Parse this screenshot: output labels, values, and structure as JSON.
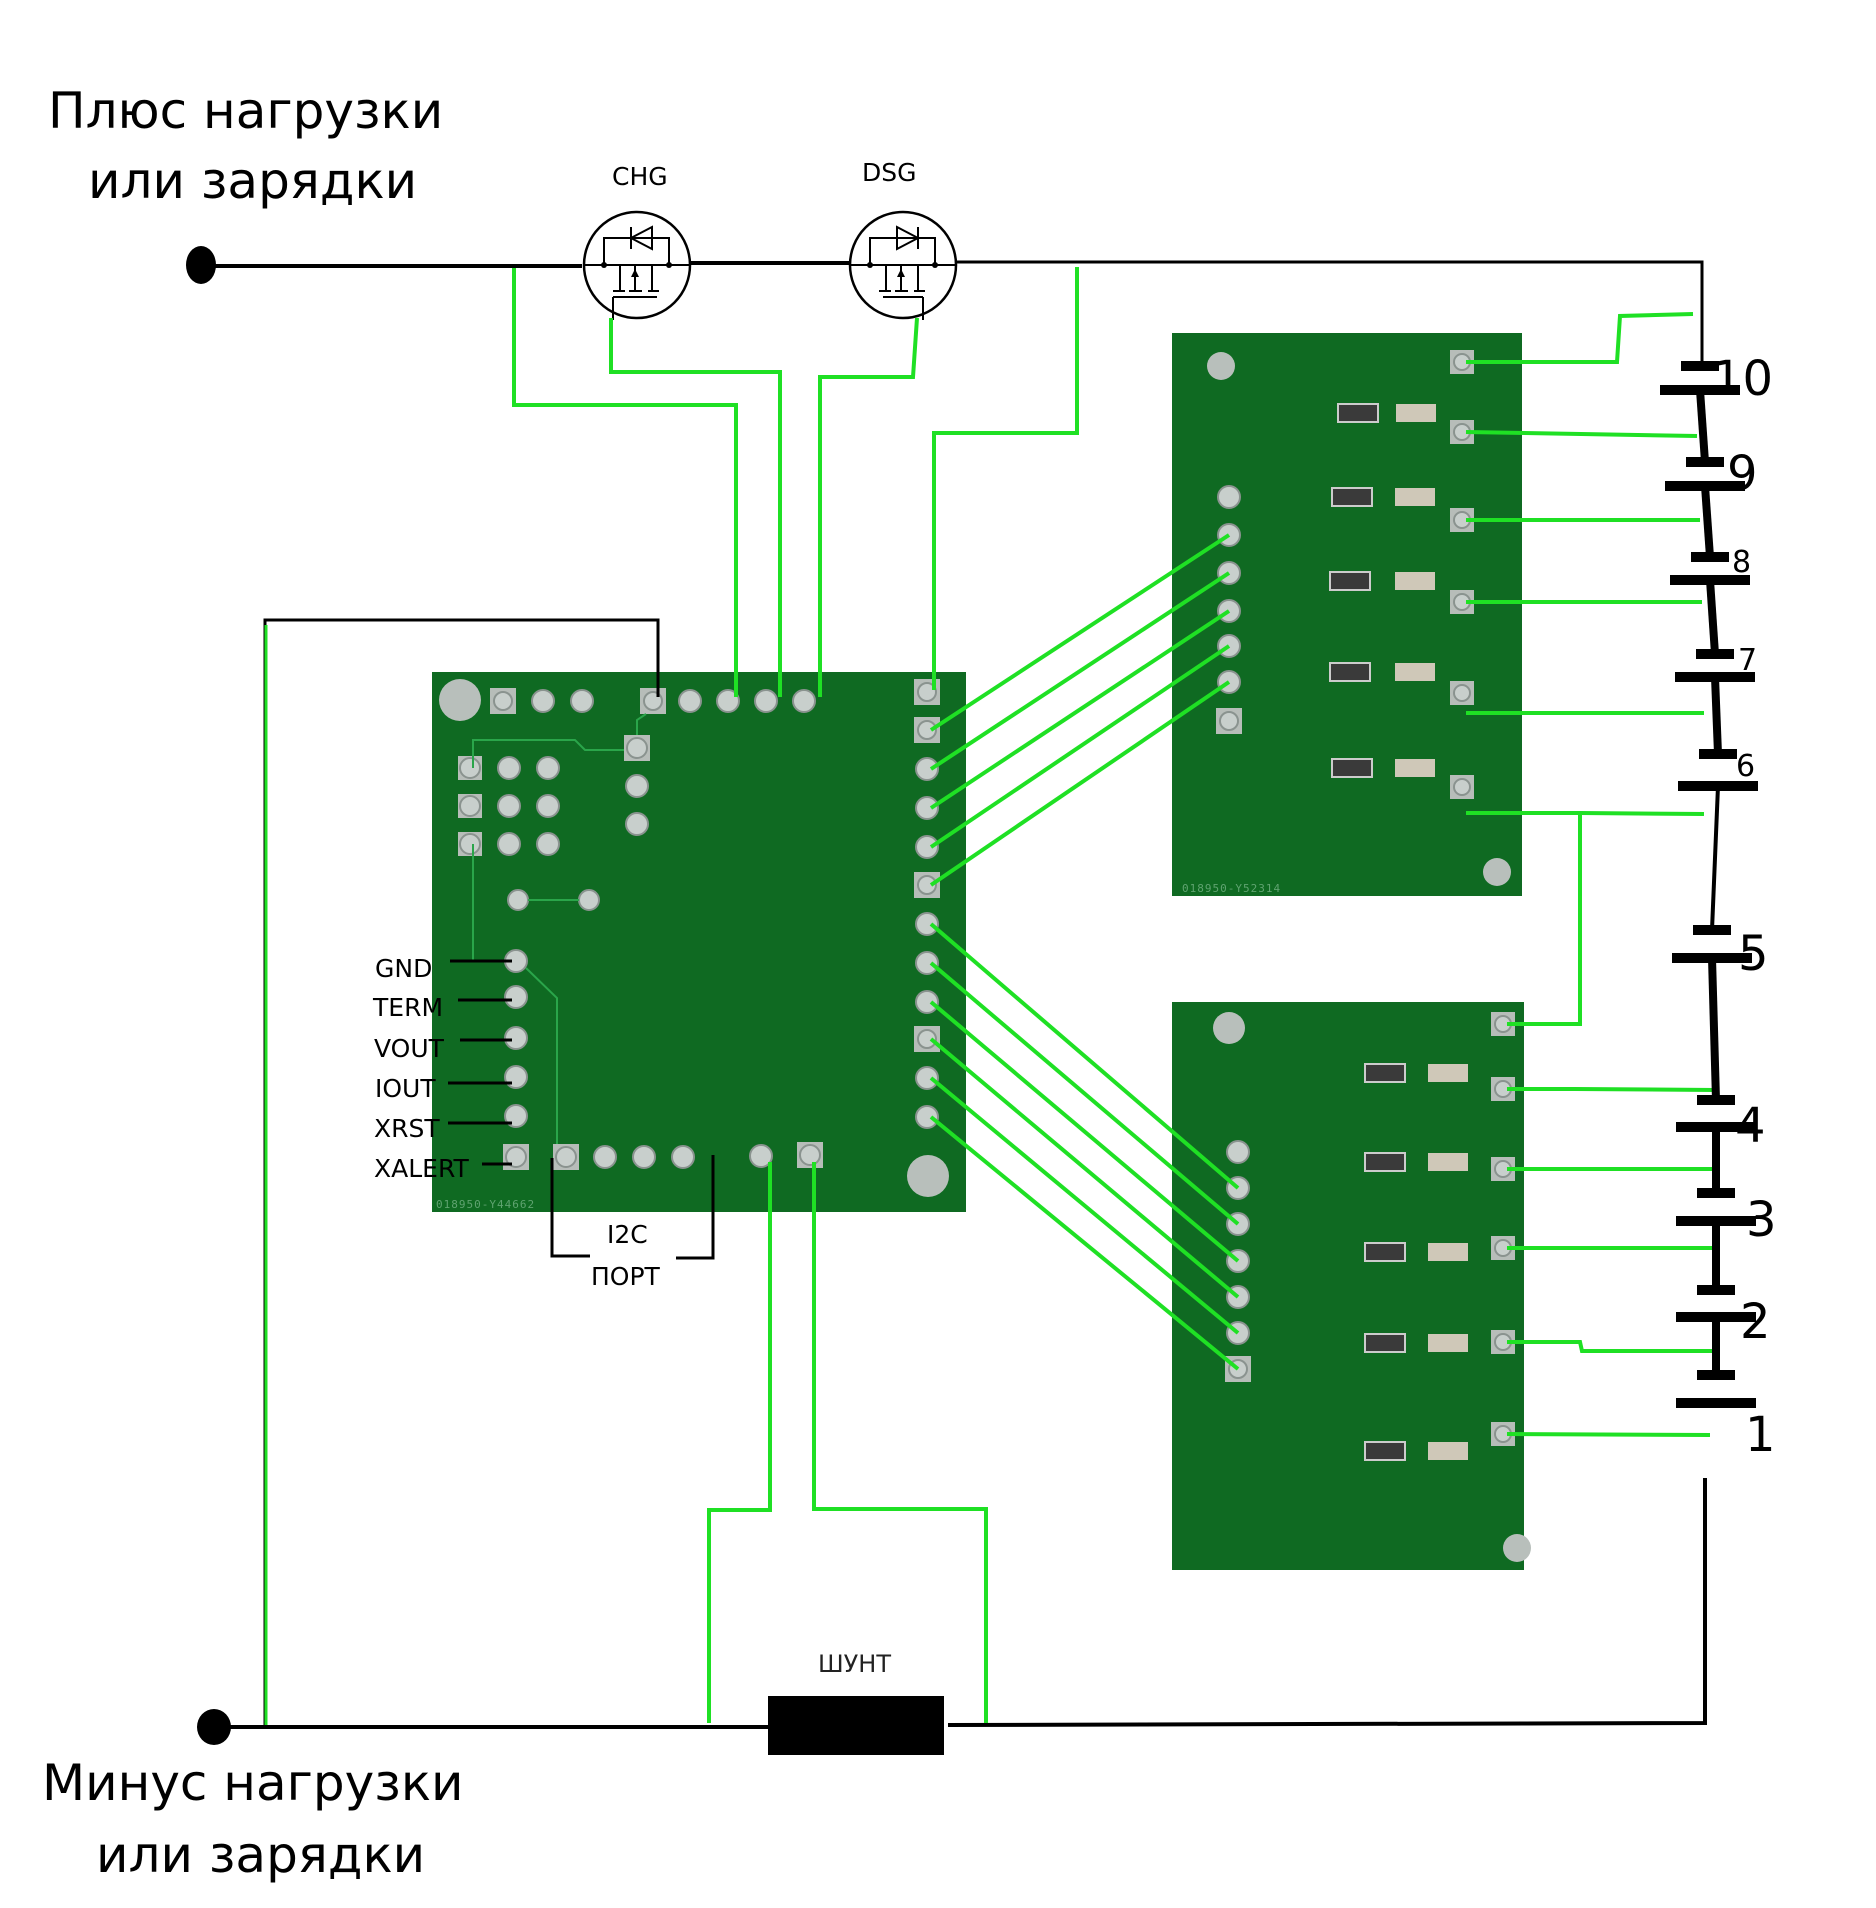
{
  "labels": {
    "plus_terminal_line1": "Плюс нагрузки",
    "plus_terminal_line2": "или зарядки",
    "minus_terminal_line1": "Минус  нагрузки",
    "minus_terminal_line2": "или зарядки",
    "chg_mosfet": "CHG",
    "dsg_mosfet": "DSG",
    "shunt": "ШУНТ",
    "i2c_line1": "I2C",
    "i2c_line2": "ПОРТ"
  },
  "main_board": {
    "silkscreen": "018950-Y44662",
    "pins": [
      "GND",
      "TERM",
      "VOUT",
      "IOUT",
      "XRST",
      "XALERT"
    ]
  },
  "balance_boards": {
    "top_silkscreen": "018950-Y52314",
    "bottom_silkscreen": ""
  },
  "battery_cells": [
    "10",
    "9",
    "8",
    "7",
    "6",
    "5",
    "4",
    "3",
    "2",
    "1"
  ],
  "colors": {
    "wire_green": "#1fe024",
    "wire_black": "#000000",
    "pcb_green": "#0f6a22"
  }
}
